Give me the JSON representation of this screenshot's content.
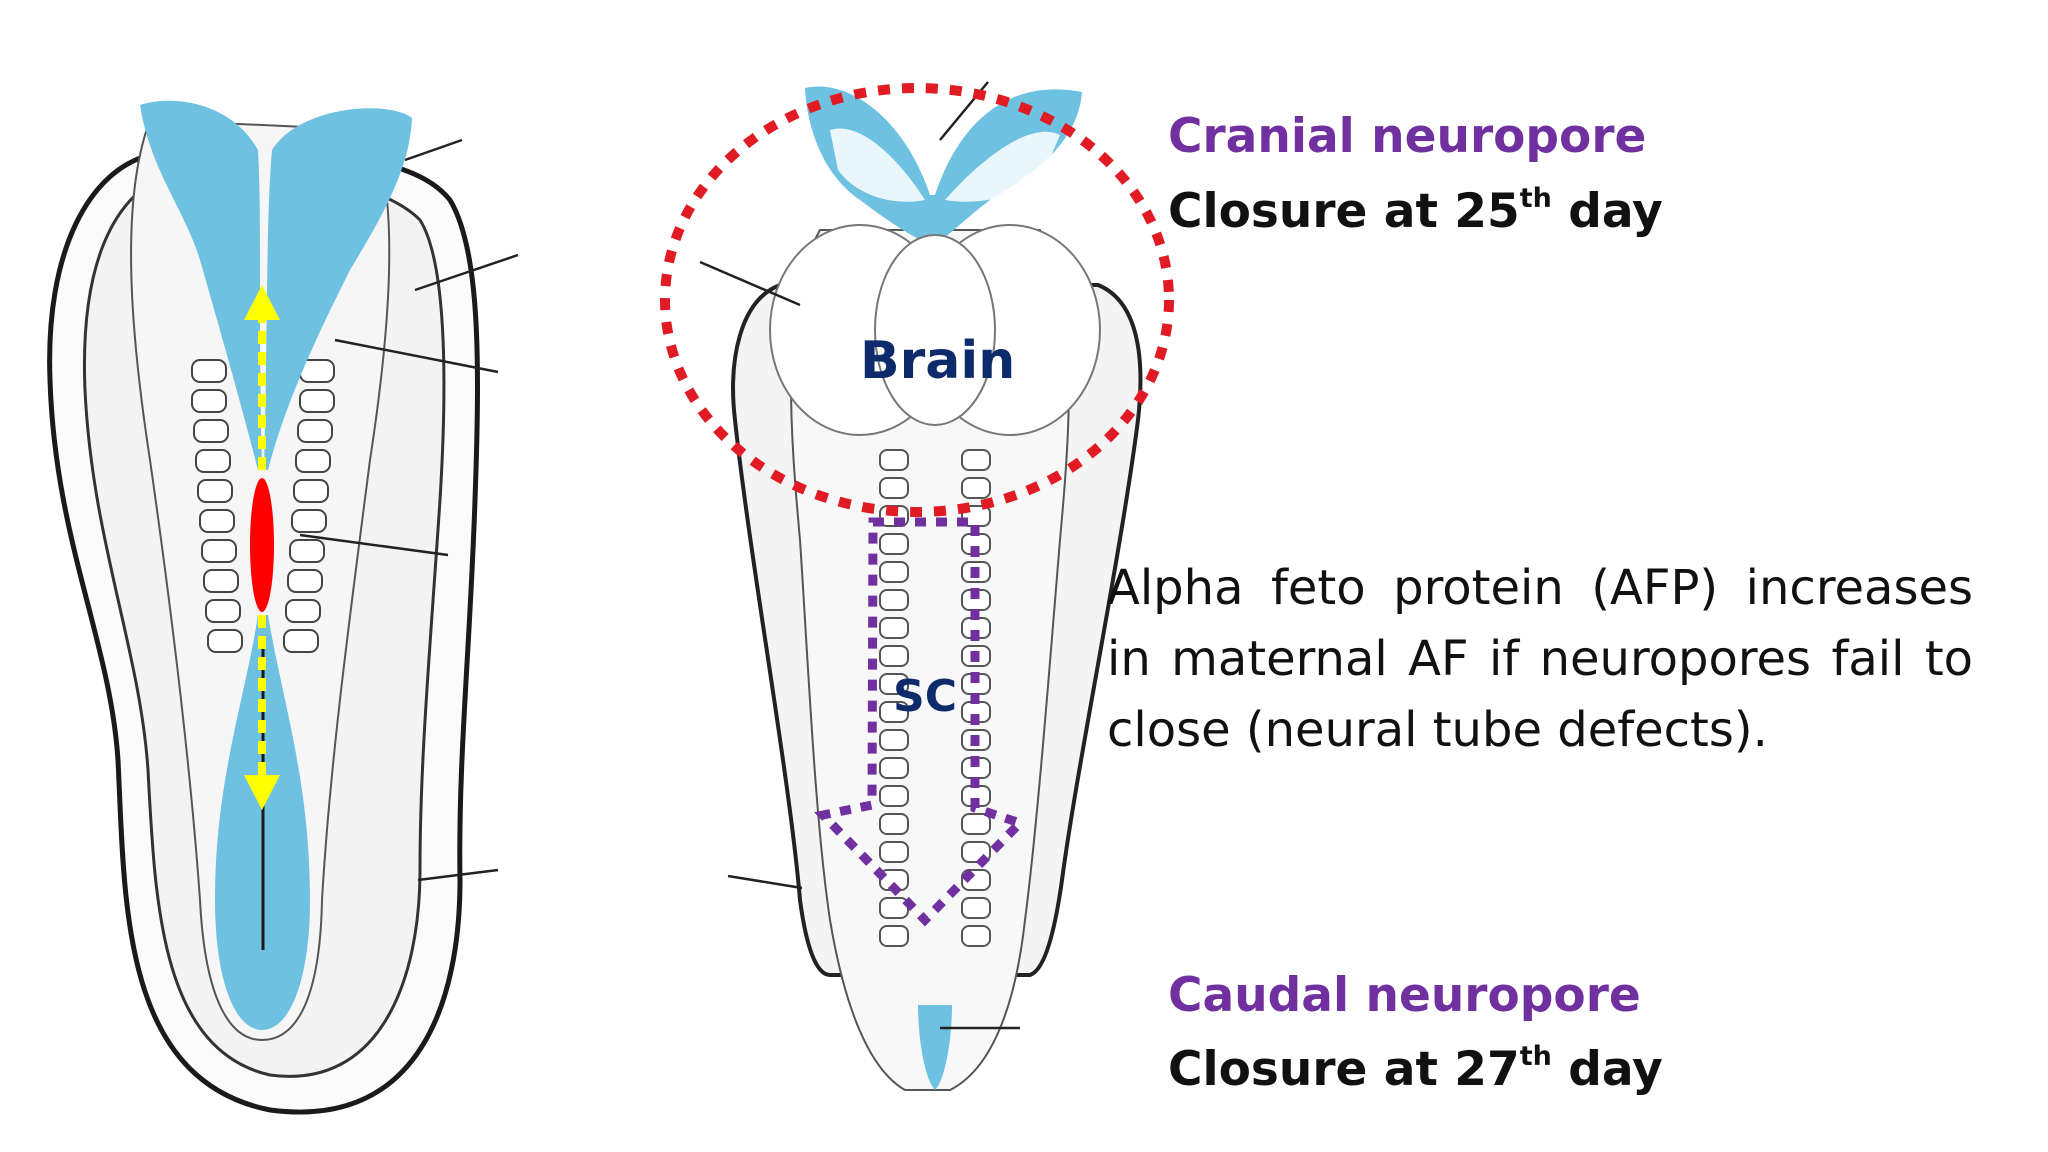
{
  "labels": {
    "cranial_title": "Cranial neuropore",
    "cranial_closure_prefix": "Closure at 25",
    "cranial_closure_sup": "th",
    "cranial_closure_suffix": " day",
    "caudal_title": "Caudal neuropore",
    "caudal_closure_prefix": "Closure at 27",
    "caudal_closure_sup": "th",
    "caudal_closure_suffix": " day",
    "brain": "Brain",
    "spinal_cord": "SC",
    "afp_note": "Alpha feto protein (AFP) increases in maternal AF if neuropores fail to close (neural tube defects)."
  },
  "colors": {
    "neural_tissue": "#6fc1e2",
    "zipper_arrows": "#ffff00",
    "closure_point": "#ff0000",
    "brain_outline": "#e01b24",
    "spinal_cord_outline": "#7030a0",
    "title_purple": "#7030a0",
    "organ_navy": "#0d2a6b"
  }
}
